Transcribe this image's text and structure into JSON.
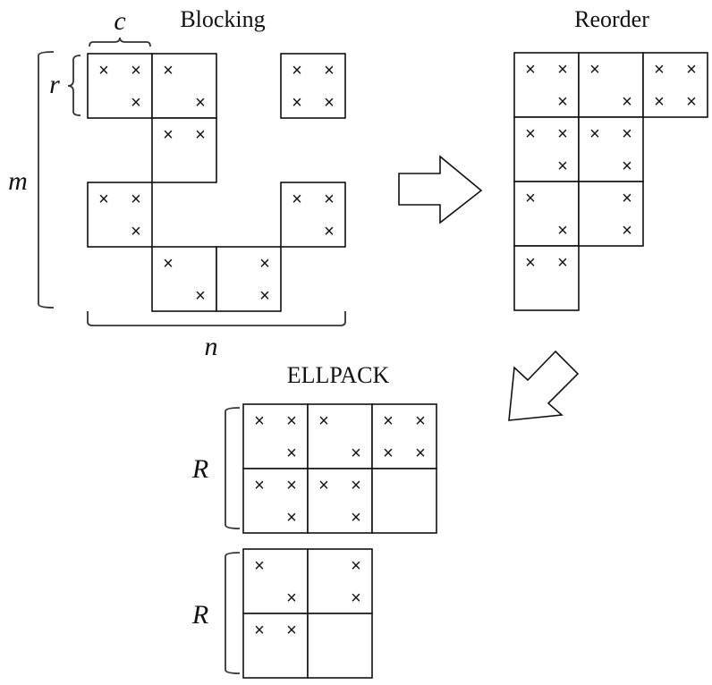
{
  "titles": {
    "blocking": "Blocking",
    "reorder": "Reorder",
    "ellpack": "ELLPACK"
  },
  "labels": {
    "c": "c",
    "r": "r",
    "m": "m",
    "n": "n",
    "R1": "R",
    "R2": "R"
  },
  "mark_glyph": "×",
  "block_cells": "Each block is r×c = 2×2; marks list filled sub-cells as [row, col] within the block",
  "blocking": {
    "grid_rows": 4,
    "grid_cols": 4,
    "blocks": [
      {
        "row": 0,
        "col": 0,
        "marks": [
          [
            0,
            0
          ],
          [
            0,
            1
          ],
          [
            1,
            1
          ]
        ]
      },
      {
        "row": 0,
        "col": 1,
        "marks": [
          [
            0,
            0
          ],
          [
            1,
            1
          ]
        ]
      },
      {
        "row": 0,
        "col": 3,
        "marks": [
          [
            0,
            0
          ],
          [
            0,
            1
          ],
          [
            1,
            0
          ],
          [
            1,
            1
          ]
        ]
      },
      {
        "row": 1,
        "col": 1,
        "marks": [
          [
            0,
            0
          ],
          [
            0,
            1
          ]
        ]
      },
      {
        "row": 2,
        "col": 0,
        "marks": [
          [
            0,
            0
          ],
          [
            0,
            1
          ],
          [
            1,
            1
          ]
        ]
      },
      {
        "row": 2,
        "col": 3,
        "marks": [
          [
            0,
            0
          ],
          [
            0,
            1
          ],
          [
            1,
            1
          ]
        ]
      },
      {
        "row": 3,
        "col": 1,
        "marks": [
          [
            0,
            0
          ],
          [
            1,
            1
          ]
        ]
      },
      {
        "row": 3,
        "col": 2,
        "marks": [
          [
            0,
            1
          ],
          [
            1,
            1
          ]
        ]
      }
    ]
  },
  "reorder": {
    "blocks": [
      {
        "row": 0,
        "col": 0,
        "marks": [
          [
            0,
            0
          ],
          [
            0,
            1
          ],
          [
            1,
            1
          ]
        ]
      },
      {
        "row": 0,
        "col": 1,
        "marks": [
          [
            0,
            0
          ],
          [
            1,
            1
          ]
        ]
      },
      {
        "row": 0,
        "col": 2,
        "marks": [
          [
            0,
            0
          ],
          [
            0,
            1
          ],
          [
            1,
            0
          ],
          [
            1,
            1
          ]
        ]
      },
      {
        "row": 1,
        "col": 0,
        "marks": [
          [
            0,
            0
          ],
          [
            0,
            1
          ],
          [
            1,
            1
          ]
        ]
      },
      {
        "row": 1,
        "col": 1,
        "marks": [
          [
            0,
            0
          ],
          [
            0,
            1
          ],
          [
            1,
            1
          ]
        ]
      },
      {
        "row": 2,
        "col": 0,
        "marks": [
          [
            0,
            0
          ],
          [
            1,
            1
          ]
        ]
      },
      {
        "row": 2,
        "col": 1,
        "marks": [
          [
            0,
            1
          ],
          [
            1,
            1
          ]
        ]
      },
      {
        "row": 3,
        "col": 0,
        "marks": [
          [
            0,
            0
          ],
          [
            0,
            1
          ]
        ]
      }
    ]
  },
  "ellpack": [
    {
      "name": "slice-1",
      "blocks": [
        {
          "row": 0,
          "col": 0,
          "marks": [
            [
              0,
              0
            ],
            [
              0,
              1
            ],
            [
              1,
              1
            ]
          ]
        },
        {
          "row": 0,
          "col": 1,
          "marks": [
            [
              0,
              0
            ],
            [
              1,
              1
            ]
          ]
        },
        {
          "row": 0,
          "col": 2,
          "marks": [
            [
              0,
              0
            ],
            [
              0,
              1
            ],
            [
              1,
              0
            ],
            [
              1,
              1
            ]
          ]
        },
        {
          "row": 1,
          "col": 0,
          "marks": [
            [
              0,
              0
            ],
            [
              0,
              1
            ],
            [
              1,
              1
            ]
          ]
        },
        {
          "row": 1,
          "col": 1,
          "marks": [
            [
              0,
              0
            ],
            [
              0,
              1
            ],
            [
              1,
              1
            ]
          ]
        },
        {
          "row": 1,
          "col": 2,
          "marks": []
        }
      ]
    },
    {
      "name": "slice-2",
      "blocks": [
        {
          "row": 0,
          "col": 0,
          "marks": [
            [
              0,
              0
            ],
            [
              1,
              1
            ]
          ]
        },
        {
          "row": 0,
          "col": 1,
          "marks": [
            [
              0,
              1
            ],
            [
              1,
              1
            ]
          ]
        },
        {
          "row": 1,
          "col": 0,
          "marks": [
            [
              0,
              0
            ],
            [
              0,
              1
            ]
          ]
        },
        {
          "row": 1,
          "col": 1,
          "marks": []
        }
      ]
    }
  ],
  "arrows": [
    {
      "name": "blocking-to-reorder-arrow",
      "direction": "right"
    },
    {
      "name": "reorder-to-ellpack-arrow",
      "direction": "down-left"
    }
  ]
}
